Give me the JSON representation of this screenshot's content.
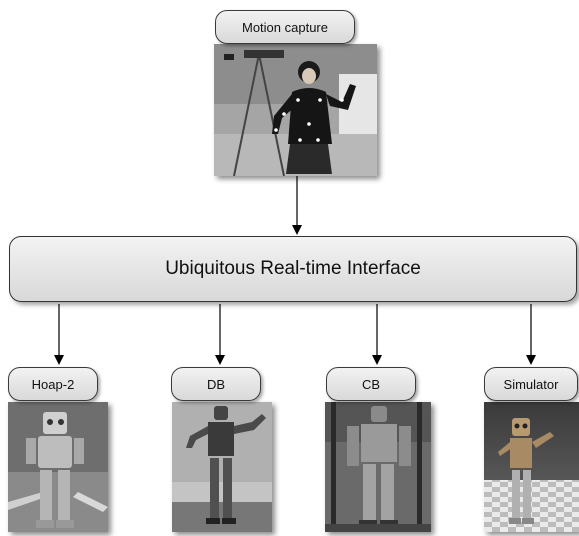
{
  "top_node": {
    "label": "Motion capture"
  },
  "center_node": {
    "label": "Ubiquitous Real-time Interface"
  },
  "bottom_nodes": [
    {
      "label": "Hoap-2"
    },
    {
      "label": "DB"
    },
    {
      "label": "CB"
    },
    {
      "label": "Simulator"
    }
  ]
}
